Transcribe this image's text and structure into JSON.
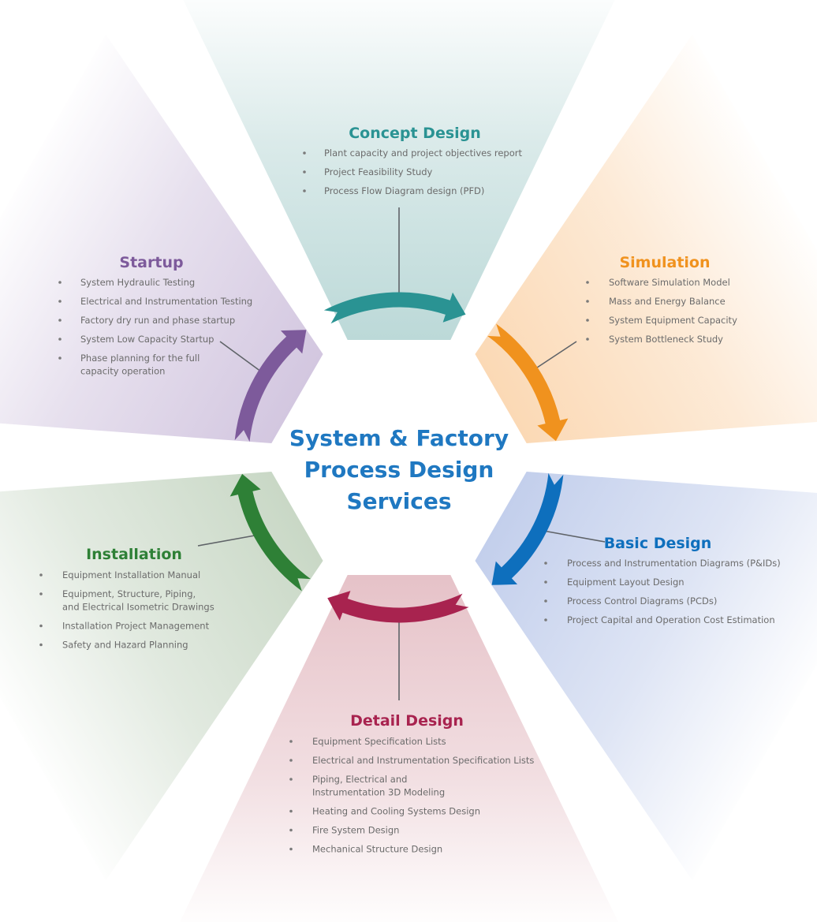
{
  "center": {
    "title_lines": [
      "System & Factory",
      "Process Design",
      "Services"
    ],
    "color": "#1f78c1"
  },
  "stages": [
    {
      "id": "concept-design",
      "title": "Concept Design",
      "color": "#2a9393",
      "tint": "#bcd9d8",
      "items": [
        [
          "Plant capacity and project objectives report"
        ],
        [
          "Project Feasibility Study"
        ],
        [
          "Process Flow Diagram design (PFD)"
        ]
      ]
    },
    {
      "id": "simulation",
      "title": "Simulation",
      "color": "#f0921e",
      "tint": "#fbd9b5",
      "items": [
        [
          "Software Simulation Model"
        ],
        [
          "Mass and Energy Balance"
        ],
        [
          "System Equipment Capacity"
        ],
        [
          "System Bottleneck Study"
        ]
      ]
    },
    {
      "id": "basic-design",
      "title": "Basic Design",
      "color": "#0e6fbd",
      "tint": "#c3cfec",
      "items": [
        [
          "Process and Instrumentation Diagrams (P&IDs)"
        ],
        [
          "Equipment Layout Design"
        ],
        [
          "Process Control Diagrams (PCDs)"
        ],
        [
          "Project Capital and Operation Cost Estimation"
        ]
      ]
    },
    {
      "id": "detail-design",
      "title": "Detail Design",
      "color": "#a8234f",
      "tint": "#e6c2c8",
      "items": [
        [
          "Equipment Specification Lists"
        ],
        [
          "Electrical and Instrumentation Specification Lists"
        ],
        [
          "Piping, Electrical and",
          "Instrumentation 3D Modeling"
        ],
        [
          "Heating and Cooling Systems Design"
        ],
        [
          "Fire System Design"
        ],
        [
          "Mechanical Structure Design"
        ]
      ]
    },
    {
      "id": "installation",
      "title": "Installation",
      "color": "#2e8036",
      "tint": "#c9d8c6",
      "items": [
        [
          "Equipment Installation Manual"
        ],
        [
          "Equipment, Structure, Piping,",
          "and Electrical Isometric Drawings"
        ],
        [
          "Installation Project Management"
        ],
        [
          "Safety and Hazard Planning"
        ]
      ]
    },
    {
      "id": "startup",
      "title": "Startup",
      "color": "#7d5a9b",
      "tint": "#d3c7e0",
      "items": [
        [
          "System Hydraulic Testing"
        ],
        [
          "Electrical and Instrumentation Testing"
        ],
        [
          "Factory dry run and phase startup"
        ],
        [
          "System Low Capacity Startup"
        ],
        [
          "Phase planning for the full",
          "capacity operation"
        ]
      ]
    }
  ]
}
